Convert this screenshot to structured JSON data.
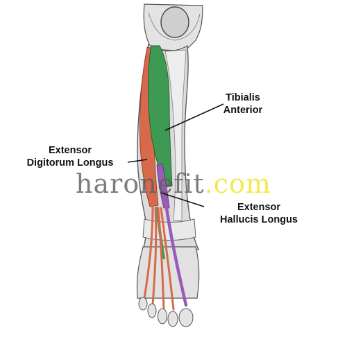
{
  "labels": {
    "tibialis_anterior": [
      "Tibialis",
      "Anterior"
    ],
    "extensor_digitorum_longus": [
      "Extensor",
      "Digitorum Longus"
    ],
    "extensor_hallucis_longus": [
      "Extensor",
      "Hallucis Longus"
    ]
  },
  "watermark": {
    "name": "haronefit",
    "tld": ".com"
  },
  "colors": {
    "tibialis_anterior": "#3e9a52",
    "extensor_digitorum_longus": "#d8694c",
    "extensor_hallucis_longus": "#9a5bb6",
    "bone": "#d9d9d9",
    "outline": "#555555",
    "watermark_name": "#5c5c5c",
    "watermark_tld": "#f0e83c"
  }
}
